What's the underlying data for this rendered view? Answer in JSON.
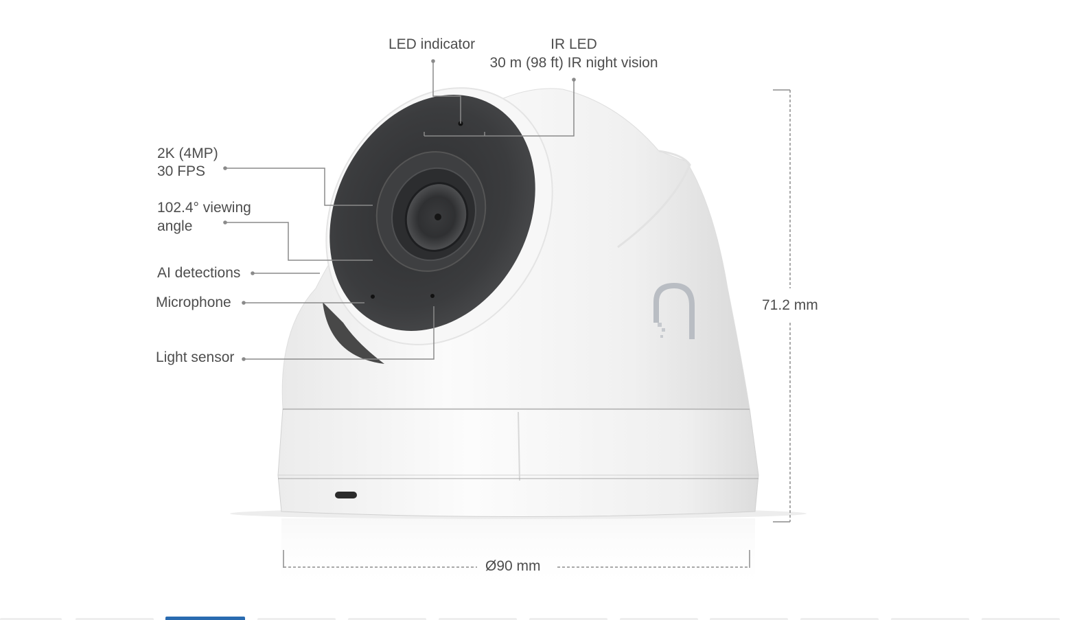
{
  "diagram": {
    "subject": "Dome security camera (front-angle view with feature callouts)",
    "brand_logo": "ubiquiti-u-logo",
    "colors": {
      "label_text": "#4d4d4d",
      "leader_line": "#8a8a8a",
      "housing": "#f2f2f2",
      "lens_face": "#3a3b3d",
      "logo": "#b9bdc3",
      "active_thumb": "#2a6bb0"
    },
    "callouts": {
      "led_indicator": "LED indicator",
      "ir_led_title": "IR LED",
      "ir_led_detail": "30 m (98 ft) IR night vision",
      "resolution_line1": "2K (4MP)",
      "resolution_line2": "30 FPS",
      "viewing_angle_line1": "102.4° viewing",
      "viewing_angle_line2": "angle",
      "ai_detections": "AI detections",
      "microphone": "Microphone",
      "light_sensor": "Light sensor"
    },
    "dimensions": {
      "height": "71.2 mm",
      "diameter": "Ø90 mm"
    }
  },
  "gallery": {
    "thumbnail_count": 12,
    "active_index": 2
  }
}
